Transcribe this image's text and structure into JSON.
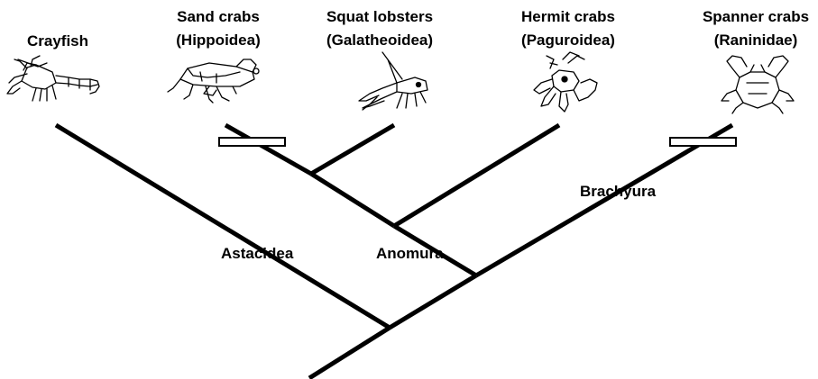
{
  "diagram": {
    "taxa": [
      {
        "id": "crayfish",
        "line1": "Crayfish",
        "line2": ""
      },
      {
        "id": "sand-crabs",
        "line1": "Sand crabs",
        "line2": "(Hippoidea)"
      },
      {
        "id": "squat-lobsters",
        "line1": "Squat lobsters",
        "line2": "(Galatheoidea)"
      },
      {
        "id": "hermit-crabs",
        "line1": "Hermit crabs",
        "line2": "(Paguroidea)"
      },
      {
        "id": "spanner-crabs",
        "line1": "Spanner crabs",
        "line2": "(Raninidae)"
      }
    ],
    "clades": {
      "astacidea": "Astacidea",
      "anomura": "Anomura",
      "brachyura": "Brachyura"
    },
    "colors": {
      "line": "#000000",
      "background": "#ffffff"
    }
  }
}
